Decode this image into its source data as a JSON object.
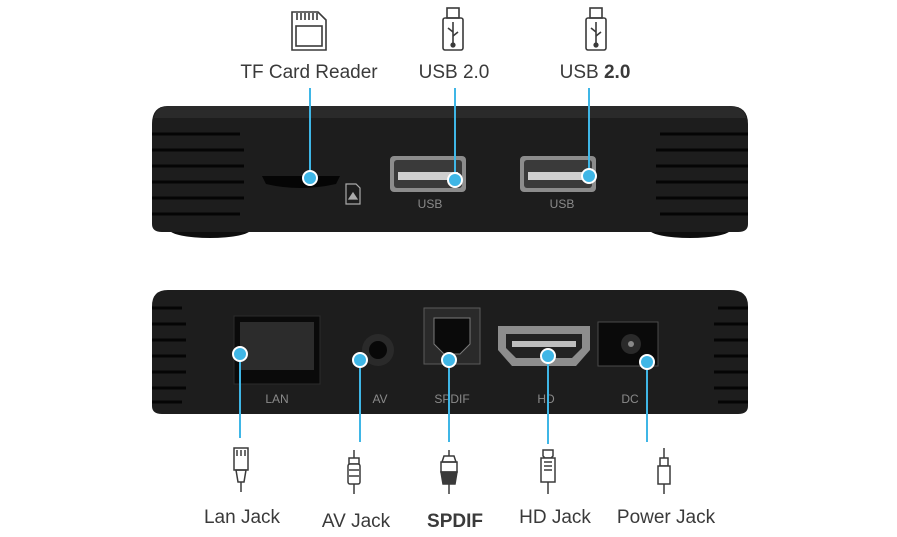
{
  "top_labels": {
    "tf_card": "TF Card Reader",
    "usb1": "USB 2.0",
    "usb2_prefix": "USB ",
    "usb2_bold": "2.0"
  },
  "top_panel_text": {
    "usb1": "USB",
    "usb2": "USB"
  },
  "bottom_panel_text": {
    "lan": "LAN",
    "av": "AV",
    "spdif": "SPDIF",
    "hd": "HD",
    "dc": "DC"
  },
  "bottom_labels": {
    "lan": "Lan Jack",
    "av": "AV Jack",
    "spdif": "SPDIF",
    "hd": "HD Jack",
    "power": "Power Jack"
  },
  "colors": {
    "accent": "#3fb6e6",
    "device": "#1b1b1b",
    "icon": "#3a3a3a"
  },
  "icons": {
    "top": [
      "sd-card-icon",
      "usb-icon",
      "usb-icon"
    ],
    "bottom": [
      "ethernet-plug-icon",
      "rca-plug-icon",
      "optical-plug-icon",
      "hdmi-plug-icon",
      "dc-plug-icon"
    ]
  }
}
